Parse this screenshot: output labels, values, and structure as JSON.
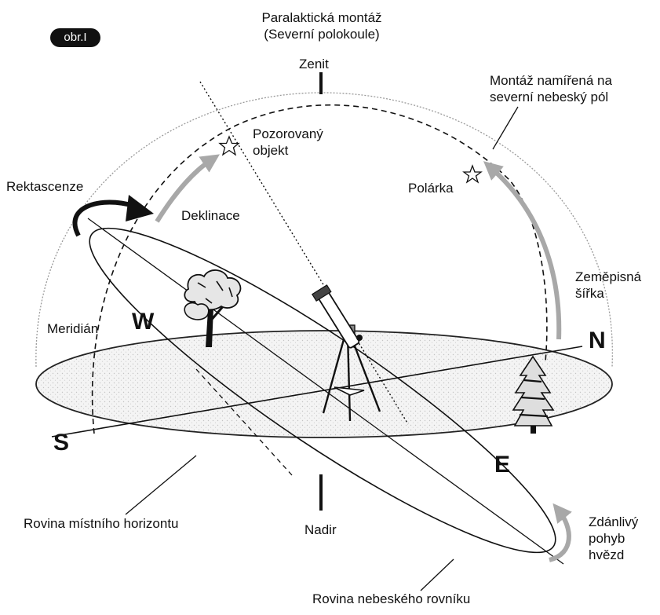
{
  "title": {
    "line1": "Paralaktická montáž",
    "line2": "(Severní polokoule)"
  },
  "badge": "obr.I",
  "labels": {
    "zenit": "Zenit",
    "mount_line1": "Montáž namířená na",
    "mount_line2": "severní nebeský pól",
    "observed_line1": "Pozorovaný",
    "observed_line2": "objekt",
    "rektascenze": "Rektascenze",
    "deklinace": "Deklinace",
    "polarka": "Polárka",
    "latitude_line1": "Zeměpisná",
    "latitude_line2": "šířka",
    "meridian": "Meridián",
    "horizon_plane": "Rovina místního horizontu",
    "nadir": "Nadir",
    "motion_line1": "Zdánlivý",
    "motion_line2": "pohyb",
    "motion_line3": "hvězd",
    "equator_plane": "Rovina nebeského rovníku"
  },
  "compass": {
    "west": "W",
    "north": "N",
    "south": "S",
    "east": "E"
  },
  "colors": {
    "ink": "#111111",
    "arrow_gray": "#a8a8a8",
    "horizon_fill": "#ececec",
    "dome_line": "#9a9a9a"
  }
}
